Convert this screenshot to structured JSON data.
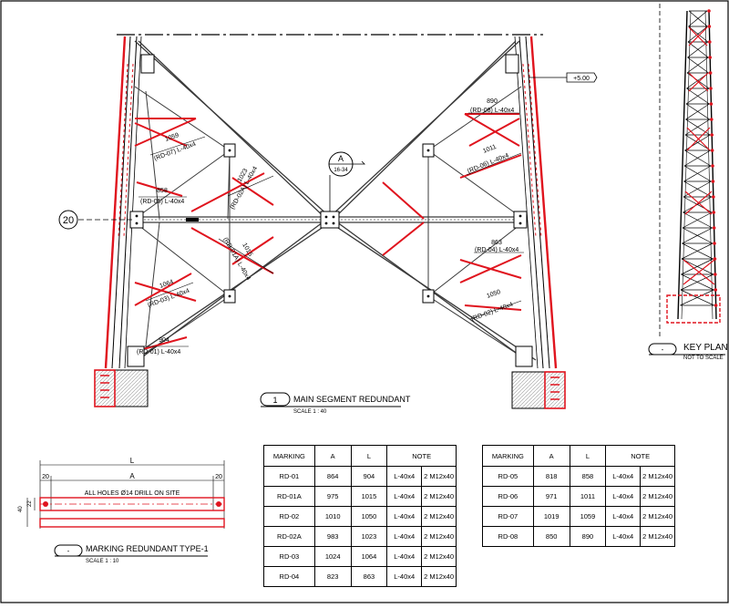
{
  "main_title": "MAIN SEGMENT REDUNDANT",
  "main_scale": "SCALE 1 : 40",
  "main_callout": "1",
  "type_title": "MARKING REDUNDANT TYPE-1",
  "type_scale": "SCALE 1 : 10",
  "type_callout": "-",
  "keyplan_title": "KEY PLAN",
  "keyplan_sub": "NOT TO SCALE",
  "keyplan_callout": "-",
  "level_tag": "+5.00",
  "grid_bubble": "20",
  "section_letter": "A",
  "section_ref": "16-34",
  "members": {
    "rd08": "(RD-08) L-40x4",
    "rd06": "(RD-06) L-40x4",
    "rd04": "(RD-04) L-40x4",
    "rd02": "(RD-02) L-40x4",
    "rd07": "(RD-07) L-40x4",
    "rd05": "(RD-05) L-40x4",
    "rd02a": "(RD-02A) L-40x4",
    "rd01a": "(RD-01A) L-40x4",
    "rd03": "(RD-03) L-40x4",
    "rd01": "(RD-01) L-40x4"
  },
  "dims": {
    "d890": "890",
    "d1011": "1011",
    "d863": "863",
    "d1050": "1050",
    "d1059": "1059",
    "d858": "858",
    "d1023": "1023",
    "d1015": "1015",
    "d1064": "1064",
    "d904": "904"
  },
  "type1": {
    "L": "L",
    "A": "A",
    "end_left": "20",
    "end_right": "20",
    "note": "ALL HOLES Ø14 DRILL ON SITE",
    "dim40": "40",
    "dim22": "22"
  },
  "table_headers": [
    "MARKING",
    "A",
    "L",
    "NOTE"
  ],
  "table1": [
    [
      "RD-01",
      "864",
      "904",
      "L-40x4",
      "2 M12x40"
    ],
    [
      "RD-01A",
      "975",
      "1015",
      "L-40x4",
      "2 M12x40"
    ],
    [
      "RD-02",
      "1010",
      "1050",
      "L-40x4",
      "2 M12x40"
    ],
    [
      "RD-02A",
      "983",
      "1023",
      "L-40x4",
      "2 M12x40"
    ],
    [
      "RD-03",
      "1024",
      "1064",
      "L-40x4",
      "2 M12x40"
    ],
    [
      "RD-04",
      "823",
      "863",
      "L-40x4",
      "2 M12x40"
    ]
  ],
  "table2": [
    [
      "RD-05",
      "818",
      "858",
      "L-40x4",
      "2 M12x40"
    ],
    [
      "RD-06",
      "971",
      "1011",
      "L-40x4",
      "2 M12x40"
    ],
    [
      "RD-07",
      "1019",
      "1059",
      "L-40x4",
      "2 M12x40"
    ],
    [
      "RD-08",
      "850",
      "890",
      "L-40x4",
      "2 M12x40"
    ]
  ],
  "colors": {
    "red": "#e0141e",
    "black": "#000000",
    "steel": "#3a3a3a"
  }
}
